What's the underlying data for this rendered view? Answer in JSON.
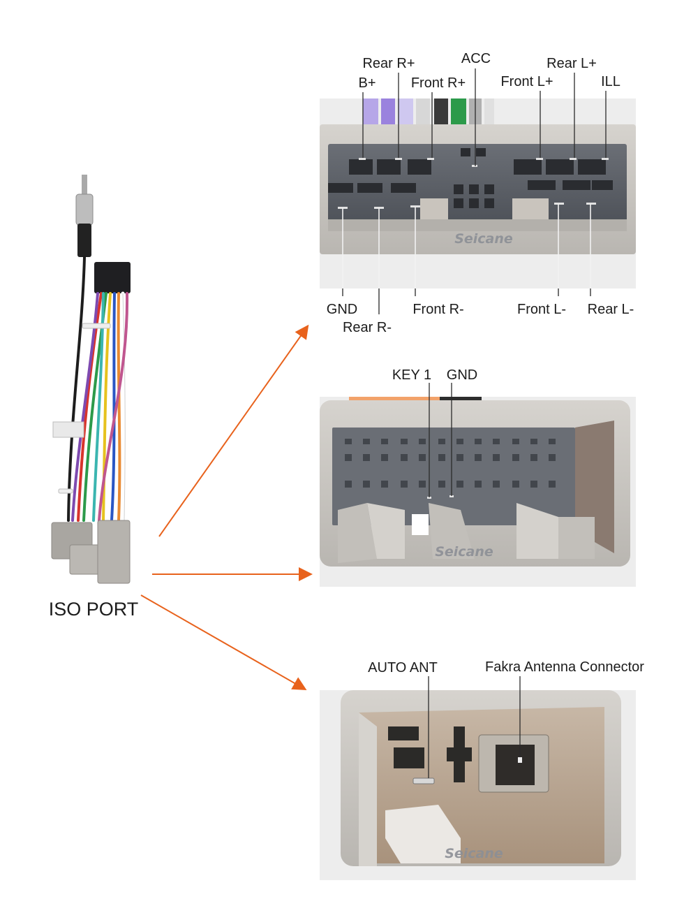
{
  "iso_port": {
    "label": "ISO PORT"
  },
  "connector_top": {
    "watermark": "Seicane",
    "pins_top": [
      "Rear R+",
      "ACC",
      "Rear L+",
      "B+",
      "Front R+",
      "Front L+",
      "ILL"
    ],
    "pins_bottom": [
      "GND",
      "Rear R-",
      "Front R-",
      "Front L-",
      "Rear L-"
    ]
  },
  "connector_middle": {
    "watermark": "Seicane",
    "pins": [
      "KEY 1",
      "GND"
    ]
  },
  "connector_bottom": {
    "watermark": "Seicane",
    "pins": [
      "AUTO ANT",
      "Fakra Antenna Connector"
    ]
  },
  "colors": {
    "arrow": "#e8621c",
    "connector_body": "#c9c6c1",
    "connector_dark": "#5b5f66",
    "wire_red": "#d8342c",
    "wire_green": "#2c9a4a",
    "wire_blue": "#2a56c4",
    "wire_yellow": "#e6c21e",
    "wire_orange": "#e98a32",
    "wire_purple": "#7e4ab0"
  }
}
